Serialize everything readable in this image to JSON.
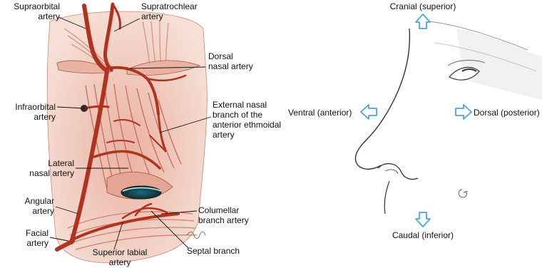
{
  "colors": {
    "artery": "#b0321f",
    "artery_dark": "#8e2415",
    "muscle": "#d98c7c",
    "muscle_light": "#ecbcae",
    "skin": "#f3d6c9",
    "leader": "#111111",
    "arrow_outline": "#4aa8d6",
    "arrow_fill": "#ffffff",
    "profile_line": "#333333"
  },
  "left_panel": {
    "labels": {
      "supraorbital": [
        "Supraorbital",
        "artery"
      ],
      "supratrochlear": [
        "Supratrochlear",
        "artery"
      ],
      "dorsal_nasal": [
        "Dorsal",
        "nasal artery"
      ],
      "infraorbital": [
        "Infraorbital",
        "artery"
      ],
      "external_nasal": [
        "External nasal",
        "branch of the",
        "anterior ethmoidal",
        "artery"
      ],
      "lateral_nasal": [
        "Lateral",
        "nasal artery"
      ],
      "angular": [
        "Angular",
        "artery"
      ],
      "columellar": [
        "Columellar",
        "branch artery"
      ],
      "facial": [
        "Facial",
        "artery"
      ],
      "septal": [
        "Septal branch"
      ],
      "superior_labial": [
        "Superior labial",
        "artery"
      ]
    }
  },
  "right_panel": {
    "directions": {
      "cranial": "Cranial (superior)",
      "ventral": "Ventral (anterior)",
      "dorsal": "Dorsal (posterior)",
      "caudal": "Caudal (inferior)"
    },
    "arrow_icons": [
      "arrow-up-icon",
      "arrow-left-icon",
      "arrow-right-icon",
      "arrow-down-icon"
    ]
  }
}
